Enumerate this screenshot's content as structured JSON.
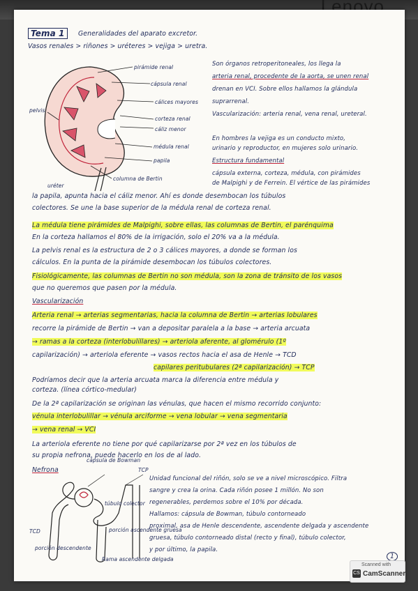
{
  "brand": "Lenovo",
  "title": "Tema 1",
  "subtitle": "Generalidades del aparato excretor.",
  "line1": "Vasos renales > riñones > uréteres > vejiga > uretra.",
  "intro": [
    "Son órganos retroperitoneales, los llega la",
    "arteria renal, procedente de la aorta, se unen renal",
    "drenan en VCI. Sobre ellos hallamos la glándula",
    "suprarrenal.",
    "Vascularización: arteria renal, vena renal, ureteral."
  ],
  "hombres": [
    "En hombres la vejiga es un conducto mixto,",
    "urinario y reproductor, en mujeres solo urinario."
  ],
  "estructura_title": "Estructura fundamental",
  "estructura": [
    "cápsula externa, corteza, médula, con pirámides",
    "de Malpighi y de Ferrein. El vértice de las pirámides"
  ],
  "kidney_labels": {
    "piramide": "pirámide renal",
    "capsula": "cápsula renal",
    "calices_mayores": "cálices mayores",
    "corteza": "corteza renal",
    "caliz_menor": "cáliz menor",
    "medula": "médula renal",
    "papila": "papila",
    "columna": "columna de Bertin",
    "pelvis": "pelvis",
    "uretra": "uréter"
  },
  "para1": [
    "la papila, apunta hacia el cáliz menor. Ahí es donde desembocan los túbulos",
    "colectores. Se une la base superior de la médula renal de corteza renal."
  ],
  "para2": [
    "La médula tiene pirámides de Malpighi, sobre ellas, las columnas de Bertin, el parénquima",
    "En la corteza hallamos el 80% de la irrigación, solo el 20% va a la médula.",
    "La pelvis renal es la estructura de 2 o 3 cálices mayores, a donde se forman los",
    "cálculos. En la punta de la pirámide desembocan los túbulos colectores."
  ],
  "para3": [
    "Fisiológicamente, las columnas de Bertin no son médula, son la zona de tránsito de los vasos",
    "que no queremos que pasen por la médula."
  ],
  "vasc_title": "Vascularización",
  "vasc": [
    "Arteria renal → arterias segmentarias, hacia la columna de Bertin → arterias lobulares",
    "recorre la pirámide de Bertin → van a depositar paralela a la base → arteria arcuata",
    "→ ramas a la corteza (interlobulillares) → arteriola aferente, al glomérulo (1º",
    "capilarización) → arteriola eferente → vasos rectos hacia el asa de Henle → TCD",
    "capilares peritubulares (2ª capilarización) → TCP",
    "Podríamos decir que la arteria arcuata marca la diferencia entre médula y",
    "corteza. (línea córtico-medular)"
  ],
  "venas": [
    "De la 2ª capilarización se originan las vénulas, que hacen el mismo recorrido conjunto:",
    "vénula interlobulillar → vénula arciforme → vena lobular → vena segmentaria",
    "→ vena renal → VCI"
  ],
  "para4": [
    "La arteriola eferente no tiene por qué capilarizarse por 2ª vez en los túbulos de",
    "su propia nefrona, puede hacerlo en los de al lado."
  ],
  "nefrona_title": "Nefrona",
  "nefrona_labels": {
    "capsula": "cápsula de Bowman",
    "tcp": "TCP",
    "tubulo": "túbulo colector",
    "tcd": "TCD",
    "porcion_desc": "porción descendente",
    "porcion_asc": "porción ascendente gruesa",
    "rama_asc": "Rama ascendente delgada"
  },
  "nefrona": [
    "Unidad funcional del riñón, solo se ve a nivel microscópico. Filtra",
    "sangre y crea la orina. Cada riñón posee 1 millón. No son",
    "regenerables, perdemos sobre el 10% por década.",
    "Hallamos: cápsula de Bowman, túbulo contorneado",
    "proximal, asa de Henle descendente, ascendente delgada y ascendente",
    "gruesa, túbulo contorneado distal (recto y final), túbulo colector,",
    "y por último, la papila."
  ],
  "page_number": "1",
  "scanner": {
    "line1": "Scanned with",
    "line2": "CamScanner",
    "logo": "CS"
  }
}
